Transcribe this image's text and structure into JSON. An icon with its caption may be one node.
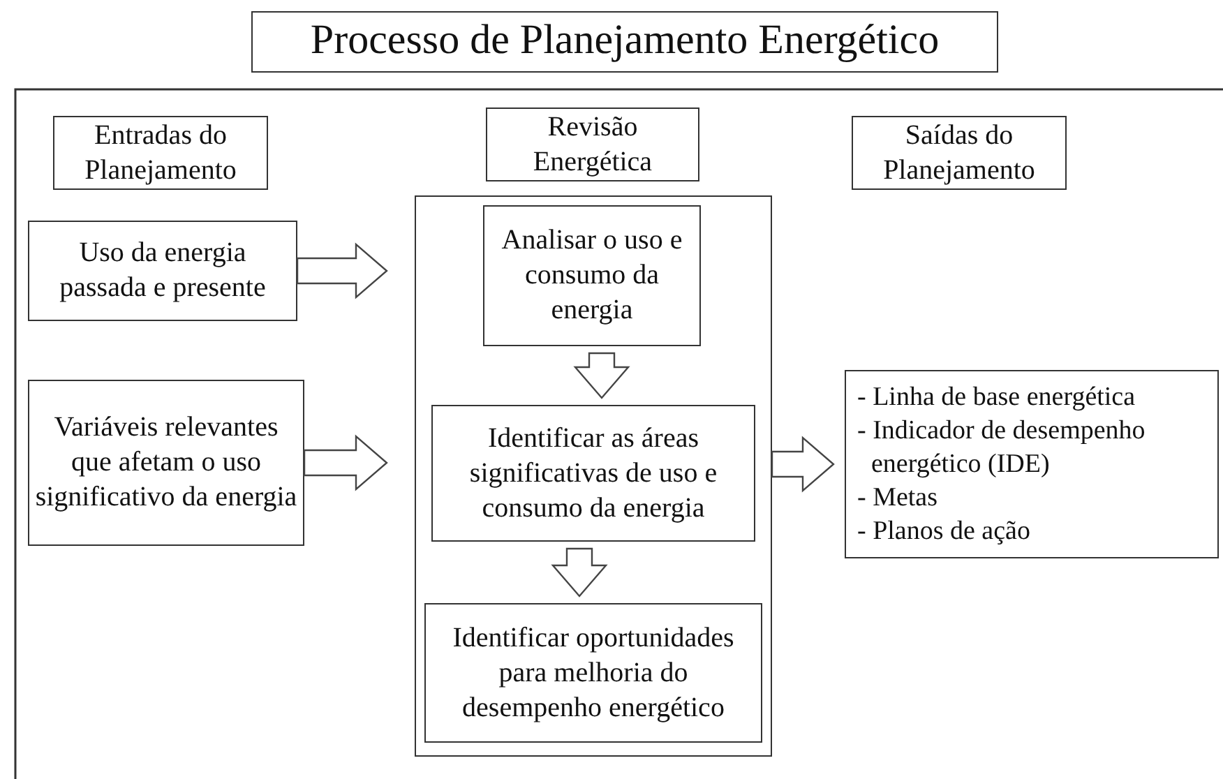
{
  "diagram": {
    "title": "Processo de Planejamento Energético",
    "nodes": [
      {
        "text": [
          "Entradas do Planejamento"
        ]
      },
      {
        "text": [
          "Revisão Energética"
        ]
      },
      {
        "text": [
          "Saídas do Planejamento"
        ]
      },
      {
        "text": [
          "Uso da energia passada e presente"
        ]
      },
      {
        "text": [
          "Variáveis relevantes que afetam o uso significativo da energia"
        ]
      },
      {
        "text": [],
        "shape": "box"
      },
      {
        "text": [
          "Analisar o uso e consumo da energia"
        ],
        "in": 5
      },
      {
        "text": [
          "Identificar as áreas significativas de uso e consumo da energia"
        ],
        "in": 5
      },
      {
        "text": [
          "Identificar oportunidades para melhoria do desempenho energético"
        ],
        "in": 5
      },
      {
        "text": [
          "- Linha de base energética",
          "- Indicador de desempenho energético (IDE)",
          "- Metas",
          "- Planos de ação"
        ]
      }
    ],
    "edges": [
      {
        "from": 3,
        "to": 5,
        "arrow": "to"
      },
      {
        "from": 4,
        "to": 5,
        "arrow": "to"
      },
      {
        "from": 6,
        "to": 7,
        "arrow": "to"
      },
      {
        "from": 7,
        "to": 8,
        "arrow": "to"
      },
      {
        "from": 5,
        "to": 9,
        "arrow": "to"
      }
    ]
  }
}
